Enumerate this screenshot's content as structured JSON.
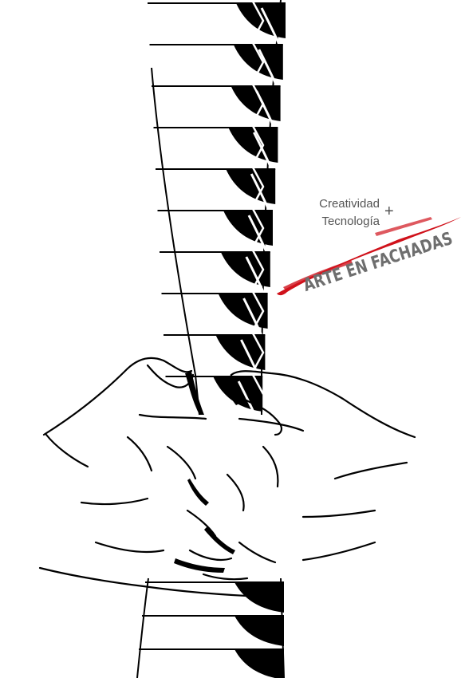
{
  "tagline": {
    "line1": "Creatividad",
    "line2": "Tecnología",
    "plus": "+"
  },
  "brand": {
    "title": "ARTE EN FACHADAS",
    "accent_color": "#d0121b",
    "text_color": "#6e6e6e"
  },
  "illustration": {
    "description_icons": [
      "facade-tower-icon",
      "hands-icon"
    ],
    "ink_color": "#000000"
  }
}
